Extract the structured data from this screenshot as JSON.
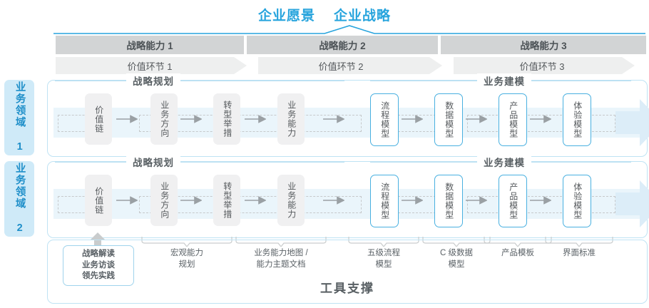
{
  "header": {
    "title_left": "企业愿景",
    "title_right": "企业战略"
  },
  "capabilities": [
    {
      "label": "战略能力 1",
      "value_label": "价值环节 1"
    },
    {
      "label": "战略能力 2",
      "value_label": "价值环节 2"
    },
    {
      "label": "战略能力 3",
      "value_label": "价值环节 3"
    }
  ],
  "domains": [
    {
      "tab_label": "业务领域 1"
    },
    {
      "tab_label": "业务领域 2"
    }
  ],
  "sections": {
    "planning": "战略规划",
    "modeling": "业务建模"
  },
  "steps": {
    "planning": [
      {
        "label": "价值链",
        "style": "grey"
      },
      {
        "label": "业务方向",
        "style": "grey"
      },
      {
        "label": "转型举措",
        "style": "grey"
      },
      {
        "label": "业务能力",
        "style": "grey"
      }
    ],
    "modeling": [
      {
        "label": "流程模型",
        "style": "blue"
      },
      {
        "label": "数据模型",
        "style": "blue"
      },
      {
        "label": "产品模型",
        "style": "blue"
      },
      {
        "label": "体验模型",
        "style": "blue"
      }
    ]
  },
  "tool_labels": [
    {
      "line1": "战略解读",
      "line2": "业务访谈",
      "line3": "领先实践",
      "boxed": true
    },
    {
      "line1": "宏观能力",
      "line2": "规划"
    },
    {
      "line1": "业务能力地图 /",
      "line2": "能力主题文档"
    },
    {
      "line1": "五级流程",
      "line2": "模型"
    },
    {
      "line1": "C 级数据",
      "line2": "模型"
    },
    {
      "line1": "产品模板",
      "line2": ""
    },
    {
      "line1": "界面标准",
      "line2": ""
    }
  ],
  "footer": {
    "title": "工具支撑"
  },
  "colors": {
    "accent": "#27a4dd",
    "tab_bg": "#cfeaf8",
    "cap_bar": "#d2d4d5",
    "value_bar": "#eeefef",
    "band": "#eaf5fb",
    "panel_border": "#bfe3f4",
    "box_grey": "#f0f0f1",
    "box_blue_border": "#49b0e0"
  }
}
